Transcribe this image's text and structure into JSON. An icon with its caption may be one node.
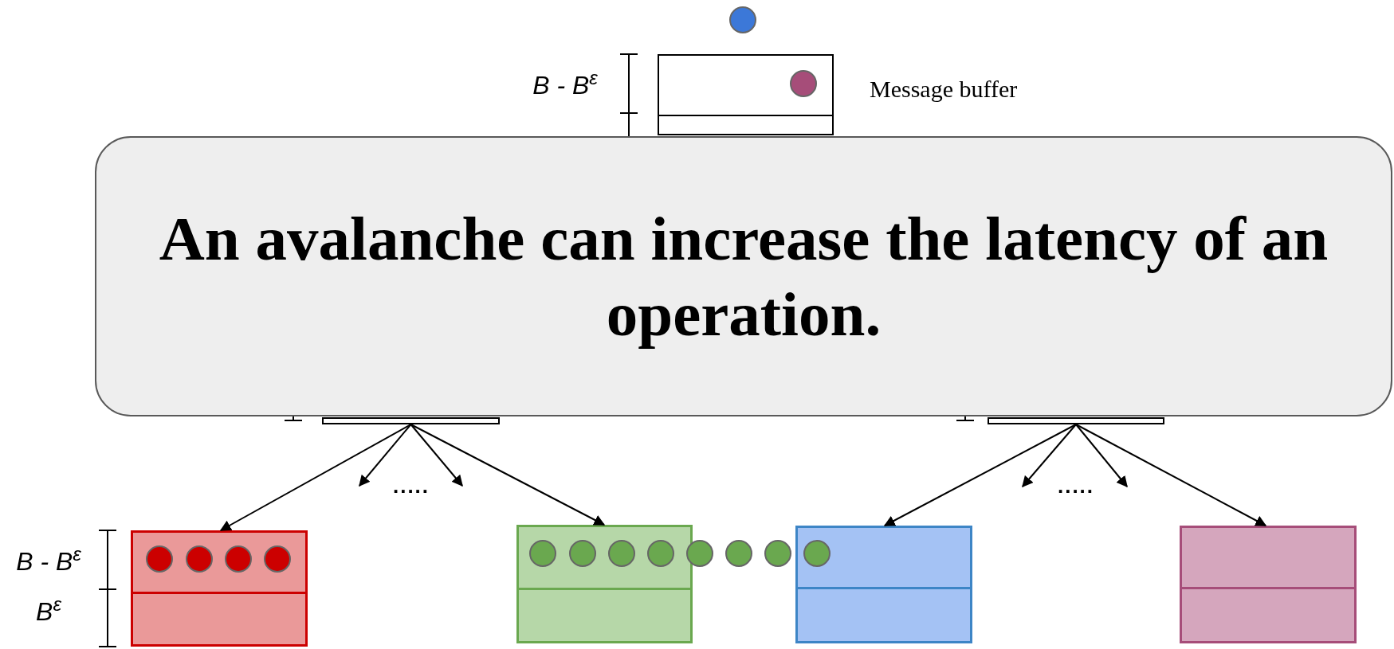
{
  "diagram": {
    "nodes": [
      {
        "text": [],
        "shape": "box",
        "beside": [
          "Message buffer"
        ]
      },
      {
        "text": [
          "An avalanche can increase the latency of an operation."
        ]
      },
      {
        "text": [],
        "shape": "box"
      },
      {
        "text": [],
        "shape": "box"
      },
      {
        "text": [],
        "shape": "box"
      },
      {
        "text": [],
        "shape": "box"
      },
      {
        "text": [],
        "shape": "box"
      },
      {
        "text": [],
        "shape": "box"
      }
    ],
    "edges": [
      {
        "from": 2,
        "to": 4,
        "arrow": "to"
      },
      {
        "from": 2,
        "to": null,
        "arrow": "to"
      },
      {
        "from": 2,
        "to": null,
        "arrow": "to"
      },
      {
        "from": 2,
        "to": 5,
        "arrow": "to"
      },
      {
        "from": 3,
        "to": 6,
        "arrow": "to"
      },
      {
        "from": 3,
        "to": null,
        "arrow": "to"
      },
      {
        "from": 3,
        "to": null,
        "arrow": "to"
      },
      {
        "from": 3,
        "to": 7,
        "arrow": "to"
      }
    ],
    "labels": [
      "B - B$^{ε}$",
      ".....",
      ".....",
      "B - B$^{ε}$",
      "B$^{ε}$"
    ]
  }
}
